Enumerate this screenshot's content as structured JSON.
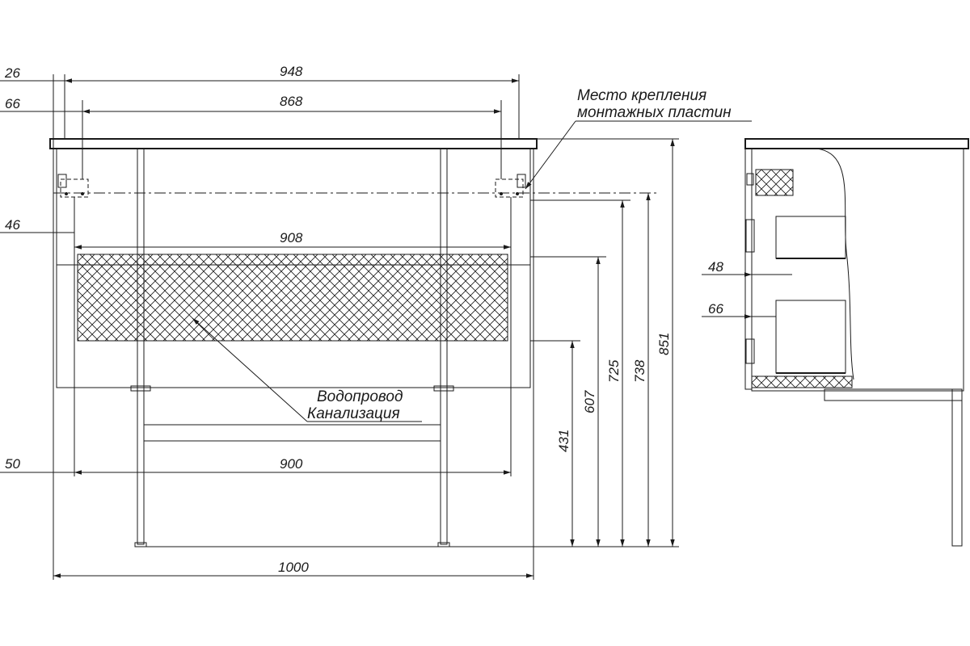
{
  "front_view": {
    "dims_top": {
      "d26": "26",
      "d948": "948",
      "d66": "66",
      "d868": "868"
    },
    "dims_mid": {
      "d46": "46",
      "d908": "908"
    },
    "dims_bottom": {
      "d50": "50",
      "d900": "900",
      "d1000": "1000"
    },
    "dims_vertical": {
      "d431": "431",
      "d607": "607",
      "d725": "725",
      "d738": "738",
      "d851": "851"
    },
    "mount_note": {
      "line1": "Место крепления",
      "line2": "монтажных пластин"
    },
    "pipes_note": {
      "line1": "Водопровод",
      "line2": "Канализация"
    }
  },
  "side_view": {
    "dims": {
      "d48": "48",
      "d66": "66"
    }
  }
}
